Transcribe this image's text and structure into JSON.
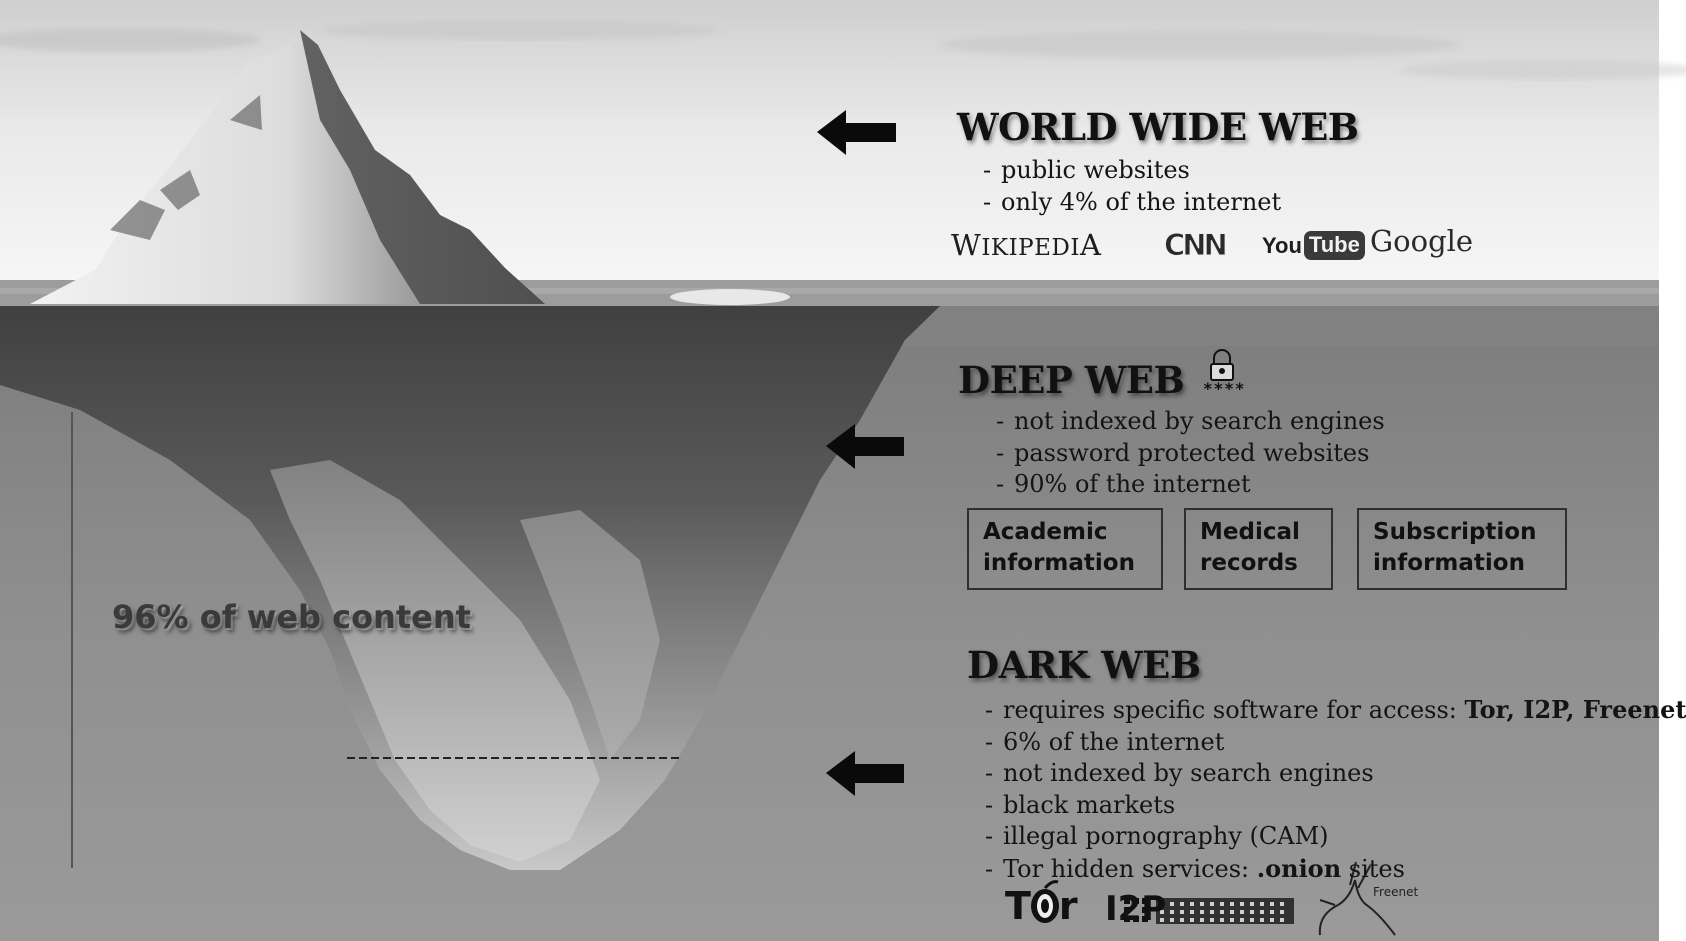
{
  "world_wide_web": {
    "title": "WORLD WIDE WEB",
    "bullets": [
      "public websites",
      "only 4% of the internet"
    ],
    "logos": {
      "wikipedia": {
        "first": "W",
        "mid": "IKIPEDI",
        "last": "A"
      },
      "cnn": "CNN",
      "youtube": {
        "you": "You",
        "tube": "Tube"
      },
      "google": "Google"
    }
  },
  "deep_web": {
    "title": "DEEP WEB",
    "password_mask": "****",
    "bullets": [
      "not indexed by search engines",
      "password protected websites",
      "90% of the internet"
    ],
    "boxes": [
      {
        "line1": "Academic",
        "line2": "information"
      },
      {
        "line1": "Medical",
        "line2": "records"
      },
      {
        "line1": "Subscription",
        "line2": "information"
      }
    ]
  },
  "dark_web": {
    "title": "DARK WEB",
    "bullet1": {
      "text": "requires specific software for access: ",
      "bold": "Tor, I2P, Freenet"
    },
    "bullets": [
      "6% of the internet",
      "not indexed by search engines",
      "black markets",
      "illegal pornography (CAM)"
    ],
    "bullet_last": {
      "text": "Tor hidden services: ",
      "bold": ".onion",
      "suffix": " sites"
    },
    "logos": {
      "tor_t": "T",
      "tor_r": "r",
      "i2p": "I2P",
      "freenet": "Freenet"
    }
  },
  "iceberg_label": "96% of web content",
  "icons": [
    "arrow-left-icon",
    "padlock-icon",
    "tor-onion-icon",
    "freenet-rabbit-icon"
  ],
  "colors": {
    "sky_top": "#d9d9d9",
    "sky_bottom": "#f4f4f4",
    "water": "#8a8a8a",
    "text": "#111111"
  }
}
